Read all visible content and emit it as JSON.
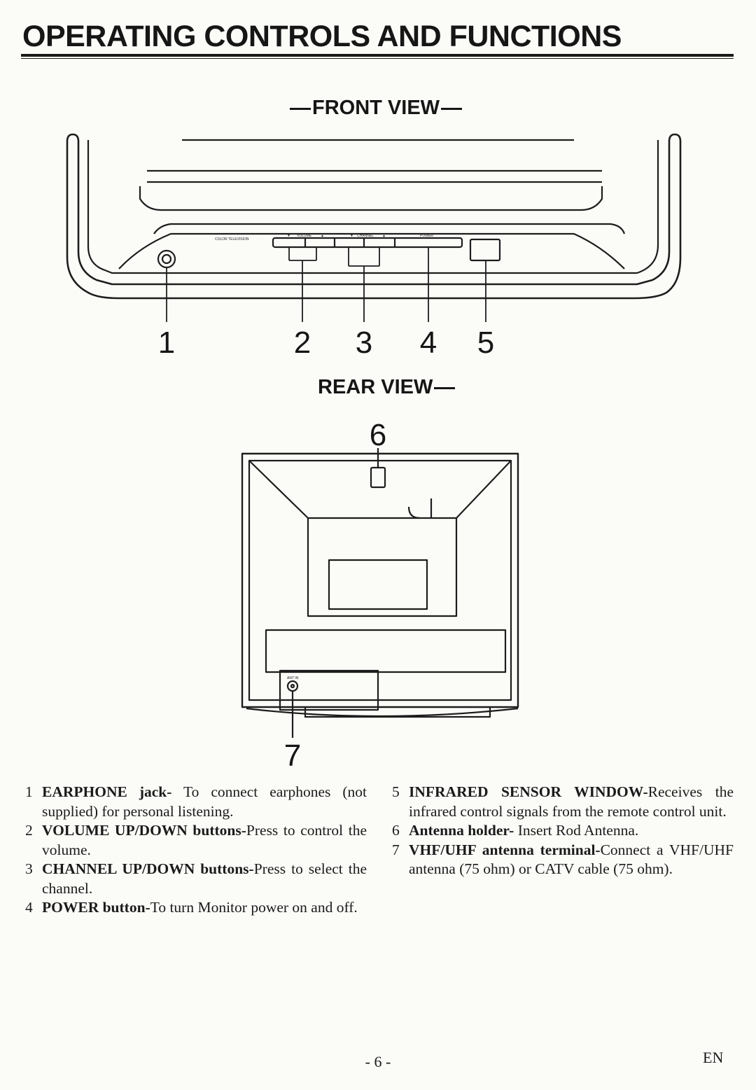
{
  "page": {
    "title": "OPERATING CONTROLS AND FUNCTIONS",
    "page_number": "- 6 -",
    "language_code": "EN"
  },
  "front_view": {
    "label": "FRONT VIEW",
    "brand_text": "COLOR TELEVISION",
    "button_labels": {
      "volume_down": "▼",
      "volume": "VOLUME",
      "volume_up": "▲",
      "channel_down": "▼",
      "channel": "CHANNEL",
      "channel_up": "▲",
      "power": "POWER"
    },
    "callouts": [
      "1",
      "2",
      "3",
      "4",
      "5"
    ]
  },
  "rear_view": {
    "label": "REAR VIEW",
    "terminal_label": "ANT IN",
    "callouts": [
      "6",
      "7"
    ]
  },
  "descriptions": [
    {
      "num": "1",
      "term": "EARPHONE jack-",
      "desc": " To connect earphones (not supplied) for personal listening."
    },
    {
      "num": "2",
      "term": "VOLUME UP/DOWN buttons-",
      "desc": "Press to control the volume."
    },
    {
      "num": "3",
      "term": "CHANNEL UP/DOWN buttons-",
      "desc": "Press to select the channel."
    },
    {
      "num": "4",
      "term": "POWER button-",
      "desc": "To turn Monitor power on and off."
    },
    {
      "num": "5",
      "term": "INFRARED SENSOR WINDOW-",
      "desc": "Receives the infrared control signals from the remote control unit."
    },
    {
      "num": "6",
      "term": "Antenna holder-",
      "desc": " Insert Rod Antenna."
    },
    {
      "num": "7",
      "term": "VHF/UHF antenna terminal-",
      "desc": "Connect a VHF/UHF antenna (75 ohm) or CATV cable (75 ohm)."
    }
  ]
}
